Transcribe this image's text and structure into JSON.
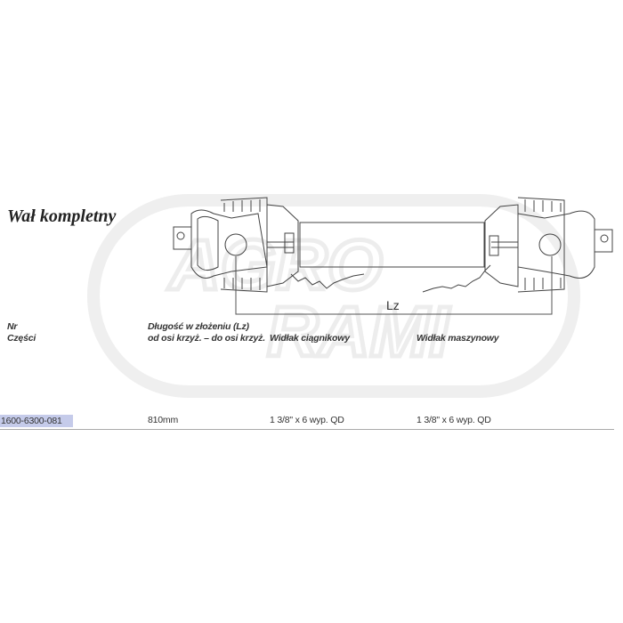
{
  "title": "Wał kompletny",
  "watermark": "AGRO RAMI",
  "drawing": {
    "dimension_label": "Lz"
  },
  "table": {
    "headers": [
      {
        "line1": "Nr",
        "line2": "Części"
      },
      {
        "line1": "Długość w złożeniu (Lz)",
        "line2": "od osi krzyż. – do osi krzyż."
      },
      {
        "line1": "",
        "line2": "Widłak ciągnikowy"
      },
      {
        "line1": "",
        "line2": "Widłak maszynowy"
      }
    ],
    "rows": [
      {
        "part_no": "1600-6300-081",
        "length": "810mm",
        "tractor_yoke": "1 3/8\" x 6 wyp. QD",
        "machine_yoke": "1 3/8\" x 6 wyp. QD"
      }
    ]
  },
  "colors": {
    "highlight": "#c5cbea",
    "watermark": "#ececec"
  }
}
